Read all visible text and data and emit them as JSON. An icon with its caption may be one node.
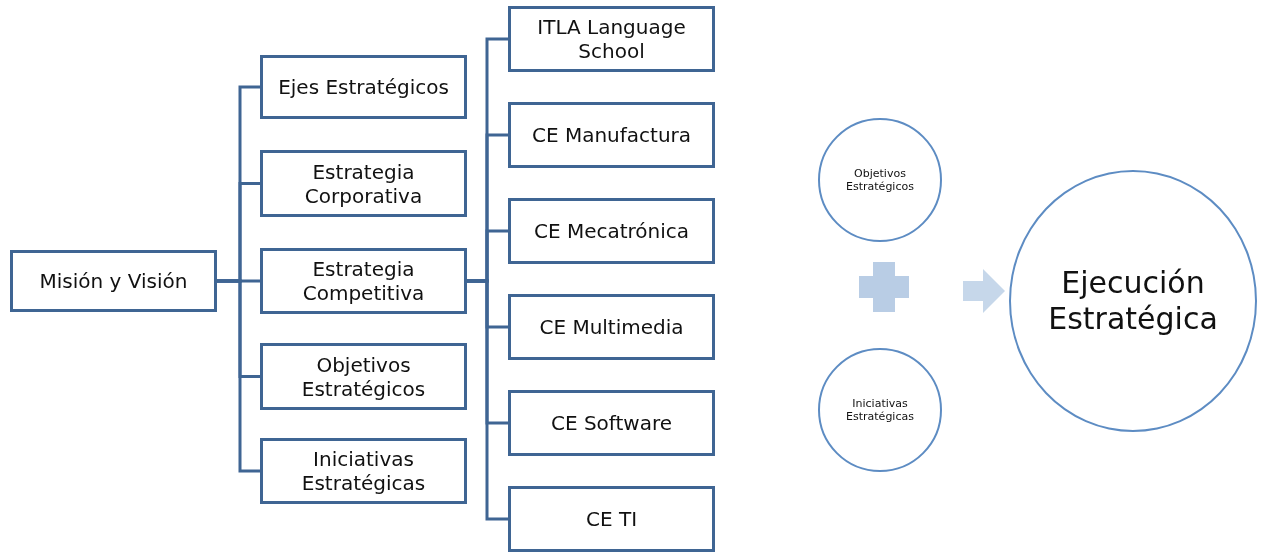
{
  "diagram": {
    "nodes": [
      {
        "text": [
          "Misión y Visión"
        ]
      },
      {
        "text": [
          "Ejes Estratégicos"
        ]
      },
      {
        "text": [
          "Estrategia Corporativa"
        ]
      },
      {
        "text": [
          "Estrategia Competitiva"
        ]
      },
      {
        "text": [
          "Objetivos Estratégicos"
        ]
      },
      {
        "text": [
          "Iniciativas Estratégicas"
        ]
      },
      {
        "text": [
          "ITLA Language School"
        ]
      },
      {
        "text": [
          "CE Manufactura"
        ]
      },
      {
        "text": [
          "CE Mecatrónica"
        ]
      },
      {
        "text": [
          "CE Multimedia"
        ]
      },
      {
        "text": [
          "CE Software"
        ]
      },
      {
        "text": [
          "CE TI"
        ]
      },
      {
        "text": [
          "Objetivos Estratégicos"
        ]
      },
      {
        "text": [
          "Iniciativas Estratégicas"
        ]
      },
      {
        "text": [
          "Ejecución Estratégica"
        ]
      }
    ],
    "edges": [
      {
        "from": 0,
        "to": 1,
        "arrow": "none"
      },
      {
        "from": 0,
        "to": 2,
        "arrow": "none"
      },
      {
        "from": 0,
        "to": 3,
        "arrow": "none"
      },
      {
        "from": 0,
        "to": 4,
        "arrow": "none"
      },
      {
        "from": 0,
        "to": 5,
        "arrow": "none"
      },
      {
        "from": 3,
        "to": 6,
        "arrow": "none"
      },
      {
        "from": 3,
        "to": 7,
        "arrow": "none"
      },
      {
        "from": 3,
        "to": 8,
        "arrow": "none"
      },
      {
        "from": 3,
        "to": 9,
        "arrow": "none"
      },
      {
        "from": 3,
        "to": 10,
        "arrow": "none"
      },
      {
        "from": 3,
        "to": 11,
        "arrow": "none"
      },
      {
        "from": null,
        "to": 14,
        "arrow": "to",
        "style": "thick",
        "color": "#c6d7ea"
      }
    ]
  }
}
